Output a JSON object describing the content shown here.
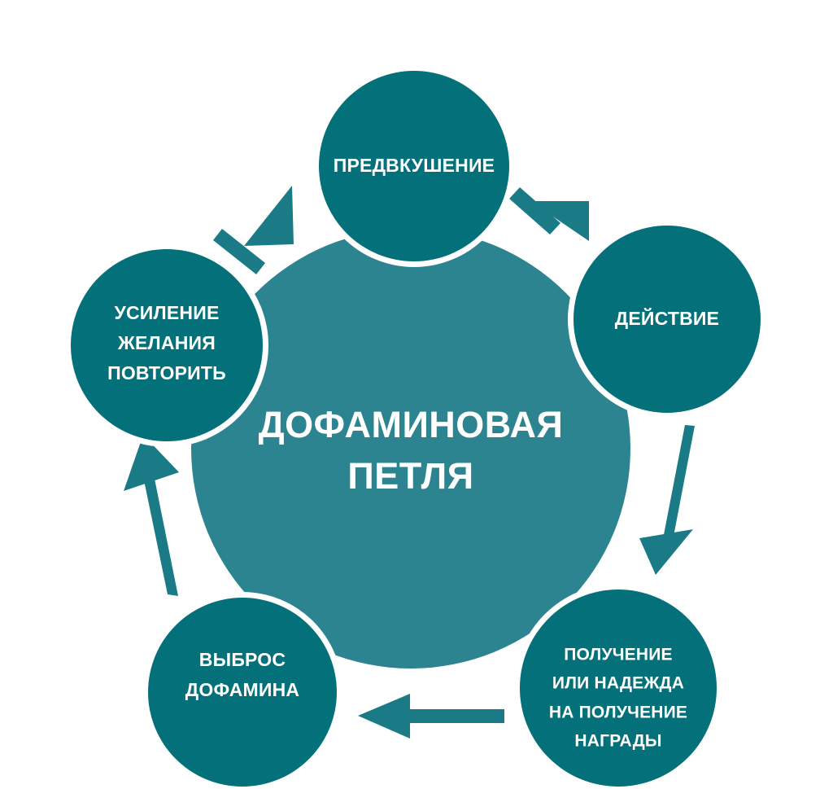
{
  "diagram": {
    "title": "ДОФАМИНОВАЯ ПЕТЛЯ",
    "title_lines": [
      "ДОФАМИНОВАЯ",
      "ПЕТЛЯ"
    ],
    "type": "cycle",
    "colors": {
      "background": "#ffffff",
      "center_circle": "#2b8490",
      "node_circle": "#04707a",
      "arrow": "#1a7b86",
      "text": "#ffffff"
    },
    "nodes": [
      {
        "id": "anticipation",
        "label": "ПРЕДВКУШЕНИЕ",
        "lines": [
          "ПРЕДВКУШЕНИЕ"
        ],
        "position": "top",
        "order": 1
      },
      {
        "id": "action",
        "label": "ДЕЙСТВИЕ",
        "lines": [
          "ДЕЙСТВИЕ"
        ],
        "position": "right",
        "order": 2
      },
      {
        "id": "reward",
        "label": "ПОЛУЧЕНИЕ ИЛИ НАДЕЖДА НА ПОЛУЧЕНИЕ НАГРАДЫ",
        "lines": [
          "ПОЛУЧЕНИЕ",
          "ИЛИ НАДЕЖДА",
          "НА ПОЛУЧЕНИЕ",
          "НАГРАДЫ"
        ],
        "position": "bottom-right",
        "order": 3
      },
      {
        "id": "dopamine-release",
        "label": "ВЫБРОС ДОФАМИНА",
        "lines": [
          "ВЫБРОС",
          "ДОФАМИНА"
        ],
        "position": "bottom-left",
        "order": 4
      },
      {
        "id": "desire-reinforcement",
        "label": "УСИЛЕНИЕ ЖЕЛАНИЯ ПОВТОРИТЬ",
        "lines": [
          "УСИЛЕНИЕ",
          "ЖЕЛАНИЯ",
          "ПОВТОРИТЬ"
        ],
        "position": "left",
        "order": 5
      }
    ],
    "arrows": [
      {
        "id": "arrow-anticipation-to-action",
        "from": "anticipation",
        "to": "action",
        "direction": "down-right"
      },
      {
        "id": "arrow-action-to-reward",
        "from": "action",
        "to": "reward",
        "direction": "down"
      },
      {
        "id": "arrow-reward-to-dopamine",
        "from": "reward",
        "to": "dopamine-release",
        "direction": "left"
      },
      {
        "id": "arrow-dopamine-to-desire",
        "from": "dopamine-release",
        "to": "desire-reinforcement",
        "direction": "up"
      },
      {
        "id": "arrow-desire-to-anticipation",
        "from": "desire-reinforcement",
        "to": "anticipation",
        "direction": "up-right"
      }
    ]
  }
}
